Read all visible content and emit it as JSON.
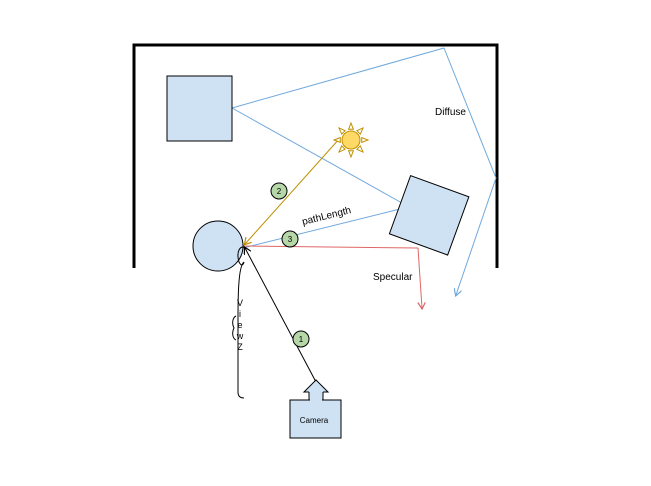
{
  "labels": {
    "diffuse": "Diffuse",
    "specular": "Specular",
    "path_length": "pathLength",
    "camera": "Camera",
    "view_z": "ViewZ"
  },
  "markers": [
    "1",
    "2",
    "3"
  ],
  "icons": {
    "sun": "sun-icon",
    "camera": "camera-icon"
  },
  "colors": {
    "wall": "#000000",
    "box_fill": "#cfe2f3",
    "box_stroke": "#000000",
    "diffuse_ray": "#6fa8dc",
    "specular_ray": "#e06666",
    "light_ray": "#bf9000",
    "camera_ray": "#000000",
    "marker_fill": "#b6d7a8",
    "sun_fill": "#ffd966",
    "sun_stroke": "#bf9000"
  }
}
